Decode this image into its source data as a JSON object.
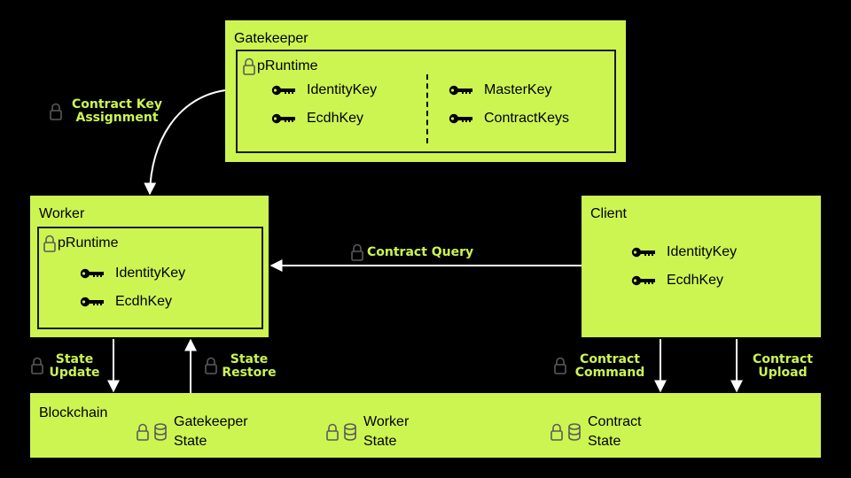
{
  "gatekeeper": {
    "title": "Gatekeeper",
    "runtime": "pRuntime",
    "left_keys": [
      "IdentityKey",
      "EcdhKey"
    ],
    "right_keys": [
      "MasterKey",
      "ContractKeys"
    ]
  },
  "worker": {
    "title": "Worker",
    "runtime": "pRuntime",
    "keys": [
      "IdentityKey",
      "EcdhKey"
    ]
  },
  "client": {
    "title": "Client",
    "keys": [
      "IdentityKey",
      "EcdhKey"
    ]
  },
  "blockchain": {
    "title": "Blockchain",
    "states": [
      {
        "line1": "Gatekeeper",
        "line2": "State"
      },
      {
        "line1": "Worker",
        "line2": "State"
      },
      {
        "line1": "Contract",
        "line2": "State"
      }
    ]
  },
  "edges": {
    "contract_key_assignment": {
      "line1": "Contract Key",
      "line2": "Assignment",
      "secure": true
    },
    "contract_query": {
      "line1": "Contract Query",
      "secure": true
    },
    "state_update": {
      "line1": "State",
      "line2": "Update",
      "secure": true
    },
    "state_restore": {
      "line1": "State",
      "line2": "Restore",
      "secure": true
    },
    "contract_command": {
      "line1": "Contract",
      "line2": "Command",
      "secure": true
    },
    "contract_upload": {
      "line1": "Contract",
      "line2": "Upload",
      "secure": false
    }
  },
  "colors": {
    "box": "#ccf552",
    "label": "#ccf552",
    "background": "#000000",
    "lock": "#5a5a5a",
    "arrow": "#ffffff"
  }
}
